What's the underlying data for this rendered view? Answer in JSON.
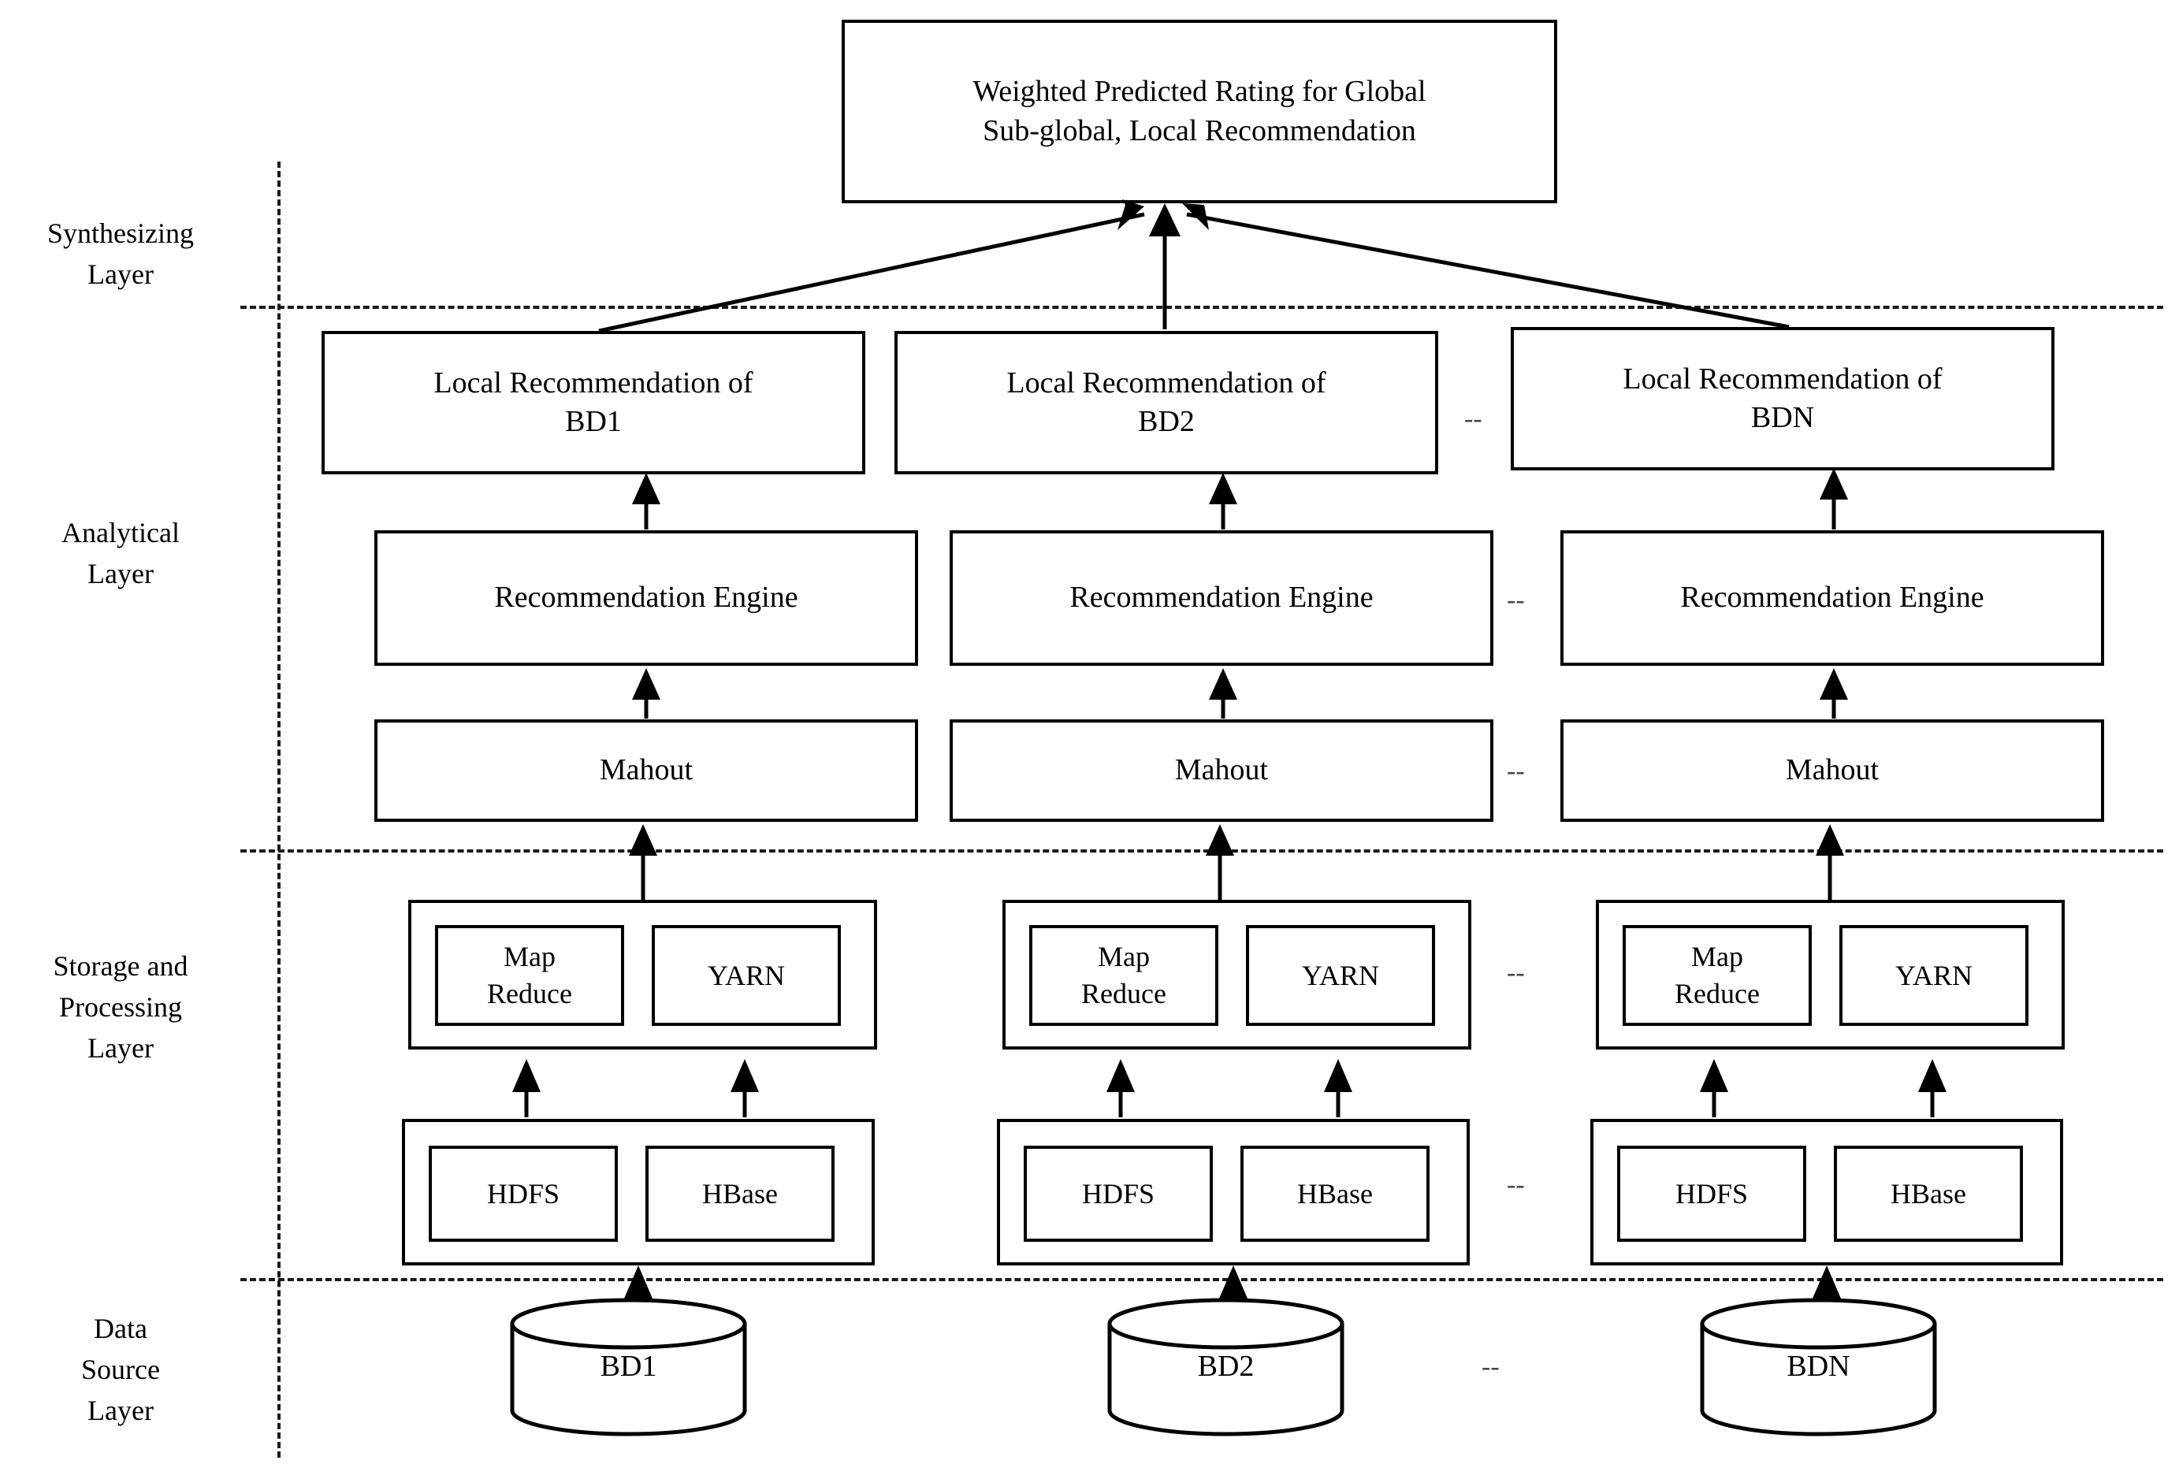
{
  "diagram": {
    "title_box": {
      "line1": "Weighted Predicted Rating for Global",
      "line2": "Sub-global, Local Recommendation"
    },
    "layers": [
      {
        "id": "synthesizing",
        "label": "Synthesizing\nLayer"
      },
      {
        "id": "analytical",
        "label": "Analytical\nLayer"
      },
      {
        "id": "storage",
        "label": "Storage and\nProcessing\nLayer"
      },
      {
        "id": "datasource",
        "label": "Data\nSource\nLayer"
      }
    ],
    "columns": [
      {
        "id": "bd1",
        "local_rec_line1": "Local Recommendation of",
        "local_rec_line2": "BD1",
        "engine": "Recommendation Engine",
        "mahout": "Mahout",
        "processing": {
          "left_line1": "Map",
          "left_line2": "Reduce",
          "right": "YARN"
        },
        "storage": {
          "left": "HDFS",
          "right": "HBase"
        },
        "source": "BD1"
      },
      {
        "id": "bd2",
        "local_rec_line1": "Local Recommendation of",
        "local_rec_line2": "BD2",
        "engine": "Recommendation Engine",
        "mahout": "Mahout",
        "processing": {
          "left_line1": "Map",
          "left_line2": "Reduce",
          "right": "YARN"
        },
        "storage": {
          "left": "HDFS",
          "right": "HBase"
        },
        "source": "BD2"
      },
      {
        "id": "bdn",
        "local_rec_line1": "Local Recommendation of",
        "local_rec_line2": "BDN",
        "engine": "Recommendation Engine",
        "mahout": "Mahout",
        "processing": {
          "left_line1": "Map",
          "left_line2": "Reduce",
          "right": "YARN"
        },
        "storage": {
          "left": "HDFS",
          "right": "HBase"
        },
        "source": "BDN"
      }
    ],
    "ellipsis": "--",
    "colors": {
      "stroke": "#000000",
      "background": "#ffffff",
      "dash": "#1a1a1a"
    }
  }
}
